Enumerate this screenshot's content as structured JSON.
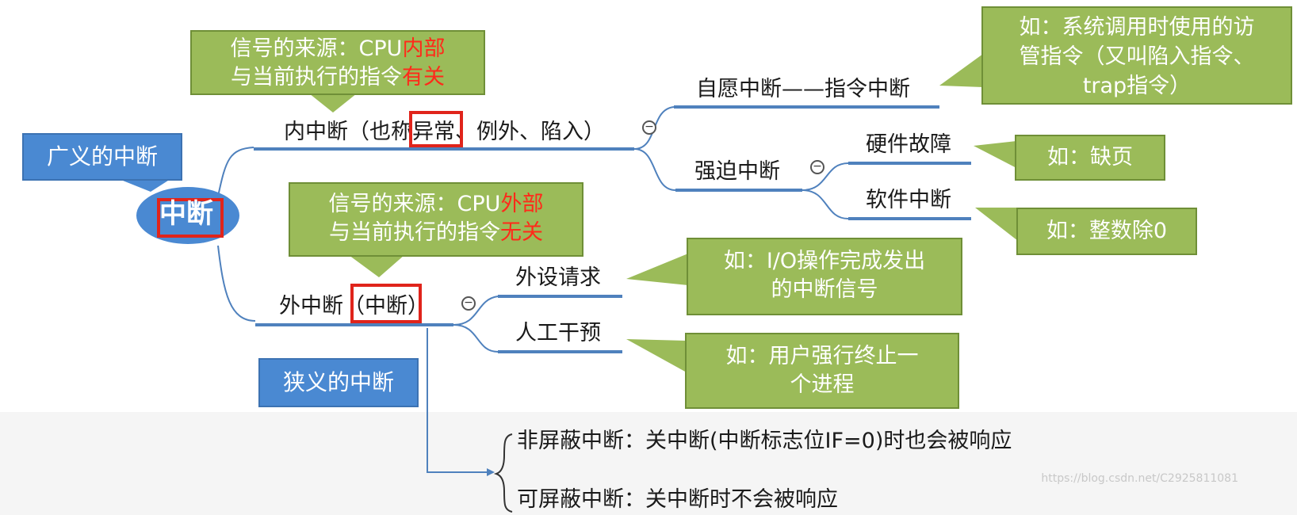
{
  "center": {
    "label": "中断"
  },
  "callouts": {
    "broad": "广义的中断",
    "narrow": "狭义的中断",
    "internal_source": [
      "信号的来源：CPU",
      "内部",
      "与当前执行的指令",
      "有关"
    ],
    "external_source": [
      "信号的来源：CPU",
      "外部",
      "与当前执行的指令",
      "无关"
    ]
  },
  "branches": {
    "internal": {
      "label": "内中断（也称异常、例外、陷入）",
      "highlight": "异常"
    },
    "external": {
      "label": "外中断（中断）",
      "highlight": "（中断）"
    }
  },
  "internal_children": {
    "voluntary": "自愿中断——指令中断",
    "forced": "强迫中断",
    "hardware": "硬件故障",
    "software": "软件中断"
  },
  "external_children": {
    "peripheral": "外设请求",
    "manual": "人工干预"
  },
  "examples": {
    "voluntary": [
      "如：系统调用时使用的访",
      "管指令（又叫陷入指令、",
      "trap指令）"
    ],
    "hardware": "如：缺页",
    "software": "如：整数除0",
    "peripheral": [
      "如：I/O操作完成发出",
      "的中断信号"
    ],
    "manual": [
      "如：用户强行终止一",
      "个进程"
    ]
  },
  "notes": {
    "nonmaskable": "非屏蔽中断：关中断(中断标志位IF=0)时也会被响应",
    "maskable": "可屏蔽中断：关中断时不会被响应"
  },
  "watermark": "https://blog.csdn.net/C2925811081",
  "colors": {
    "callout_green": "#9bbb59",
    "callout_blue": "#4a89d2",
    "line_blue": "#4f81bd",
    "highlight_red": "#e0241b"
  }
}
